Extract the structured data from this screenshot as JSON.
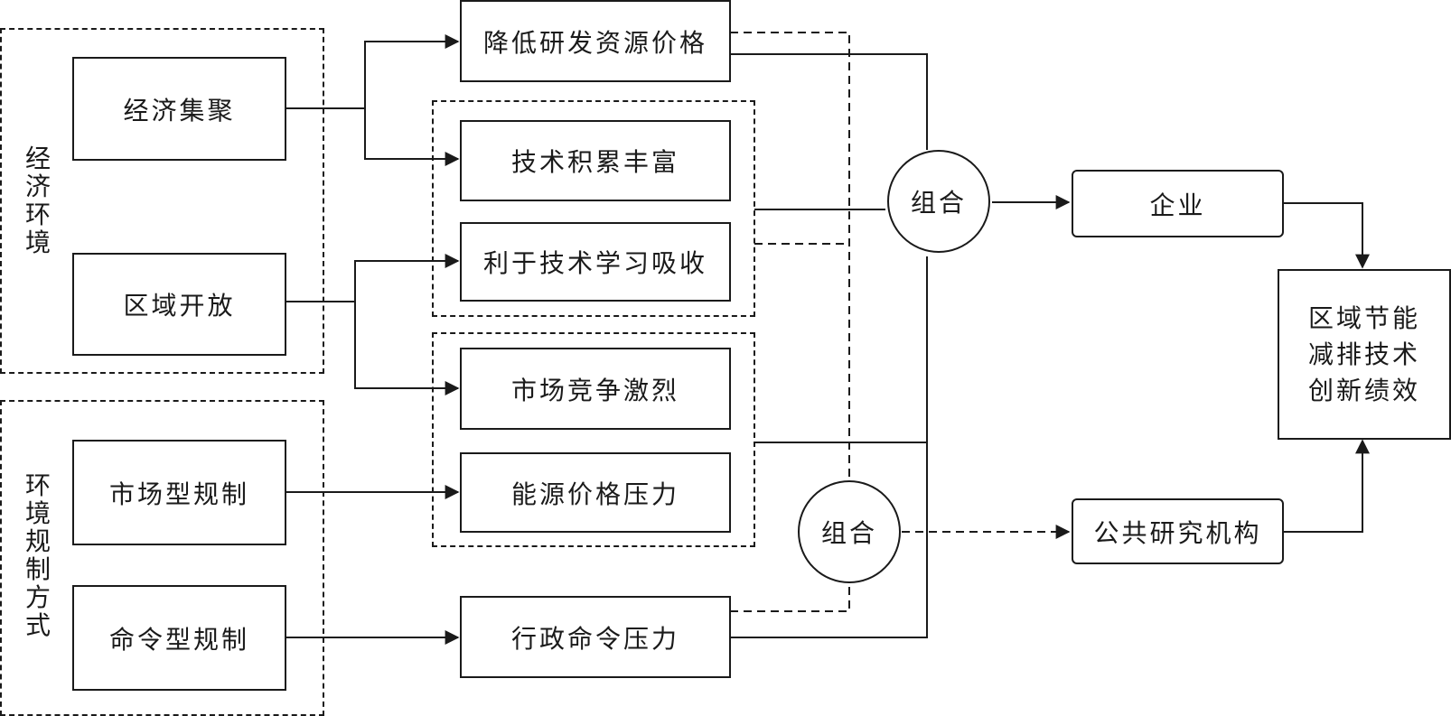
{
  "groups": {
    "economic": {
      "label": "经济环境"
    },
    "regulation": {
      "label": "环境规制方式"
    }
  },
  "sources": {
    "econ_agglomeration": "经济集聚",
    "regional_openness": "区域开放",
    "market_regulation": "市场型规制",
    "command_regulation": "命令型规制"
  },
  "mechanisms": {
    "lower_rd_cost": "降低研发资源价格",
    "tech_accumulation": "技术积累丰富",
    "tech_learning": "利于技术学习吸收",
    "market_competition": "市场竞争激烈",
    "energy_price_pressure": "能源价格压力",
    "admin_pressure": "行政命令压力"
  },
  "combos": {
    "upper": "组合",
    "lower": "组合"
  },
  "actors": {
    "enterprise": "企业",
    "public_research": "公共研究机构"
  },
  "outcome": {
    "label": "区域节能减排技术创新绩效"
  }
}
